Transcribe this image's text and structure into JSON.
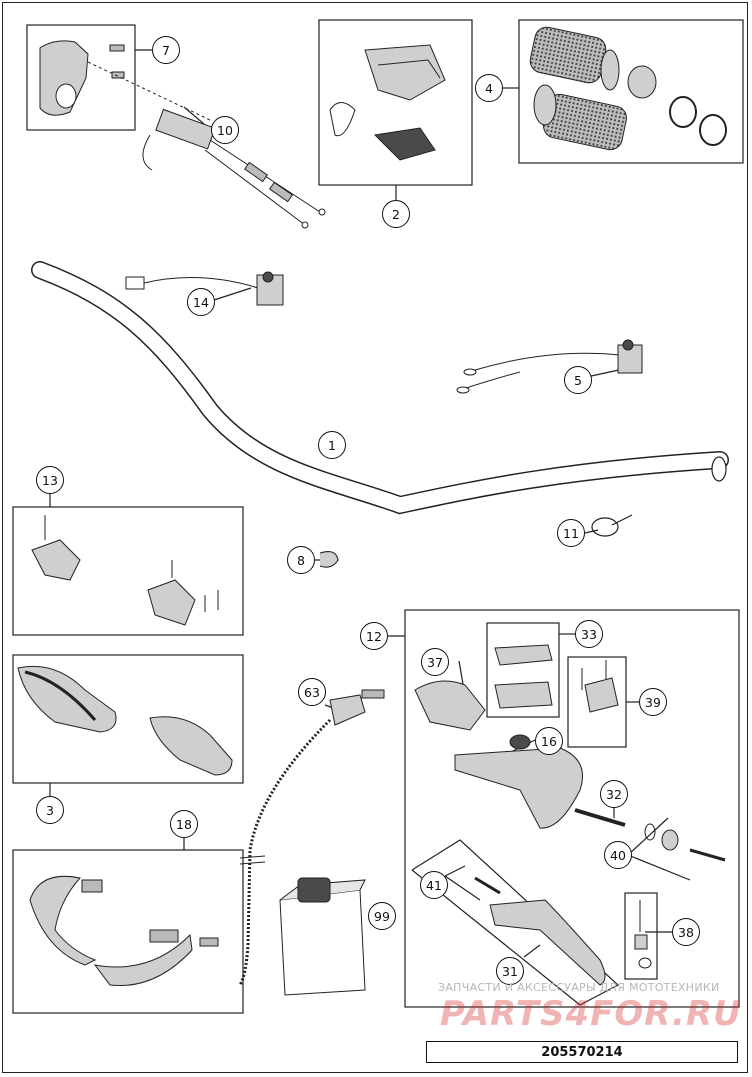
{
  "callouts": {
    "c7": "7",
    "c10": "10",
    "c2": "2",
    "c4": "4",
    "c14": "14",
    "c5": "5",
    "c1": "1",
    "c13": "13",
    "c8": "8",
    "c11": "11",
    "c12": "12",
    "c33": "33",
    "c37": "37",
    "c63": "63",
    "c39": "39",
    "c16": "16",
    "c3": "3",
    "c32": "32",
    "c18": "18",
    "c40": "40",
    "c41": "41",
    "c99": "99",
    "c38": "38",
    "c31": "31"
  },
  "watermark": {
    "text": "ЗАПЧАСТИ И АКСЕССУАРЫ ДЛЯ МОТОТЕХНИКИ",
    "logo": "PARTS4FOR.RU"
  },
  "part_number": "205570214",
  "colors": {
    "line": "#222222",
    "part_fill": "#cfcfcf",
    "part_dark": "#4a4a4a",
    "watermark_red": "#d62828"
  }
}
